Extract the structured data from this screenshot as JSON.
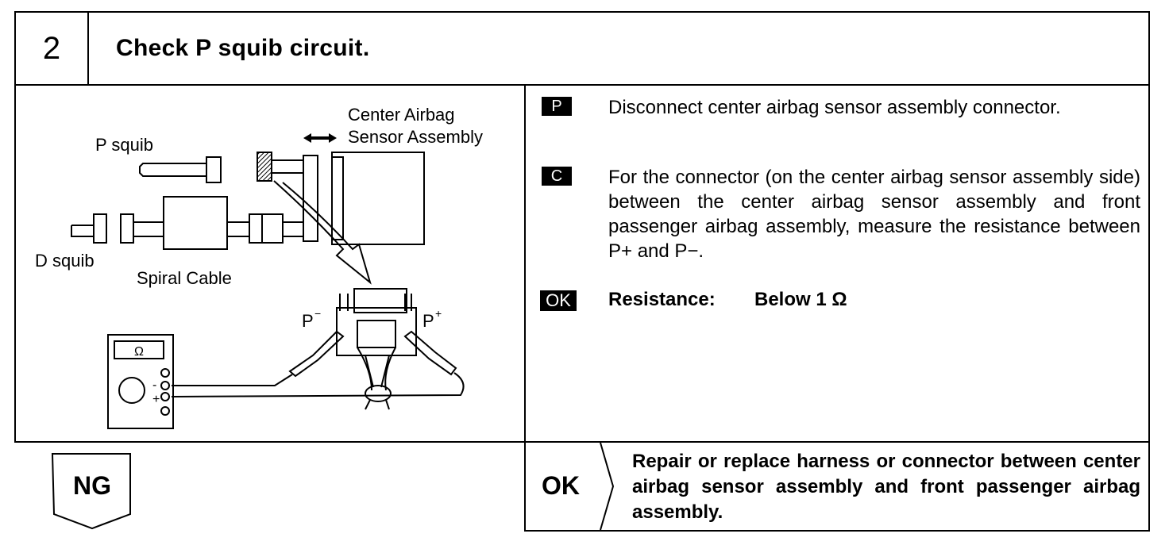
{
  "header": {
    "step_number": "2",
    "title": "Check P squib circuit."
  },
  "diagram": {
    "labels": {
      "p_squib": "P squib",
      "d_squib": "D squib",
      "spiral_cable": "Spiral Cable",
      "center_airbag_line1": "Center Airbag",
      "center_airbag_line2": "Sensor Assembly",
      "p_minus": "P",
      "p_plus": "P",
      "meter_symbol": "Ω",
      "meter_minus": "-",
      "meter_plus": "+"
    }
  },
  "steps": [
    {
      "tag": "P",
      "text": "Disconnect center airbag sensor assembly connector."
    },
    {
      "tag": "C",
      "text": "For the connector (on the center airbag sensor assembly side) between the center airbag sensor assembly and front passenger airbag assembly, measure the resistance between P+ and P−."
    }
  ],
  "ok_spec": {
    "tag": "OK",
    "label": "Resistance:",
    "value": "Below 1 Ω"
  },
  "result_ng": {
    "label": "NG"
  },
  "result_ok": {
    "label": "OK",
    "text": "Repair or replace harness or connector between center airbag sensor assembly and front passenger airbag assembly."
  }
}
